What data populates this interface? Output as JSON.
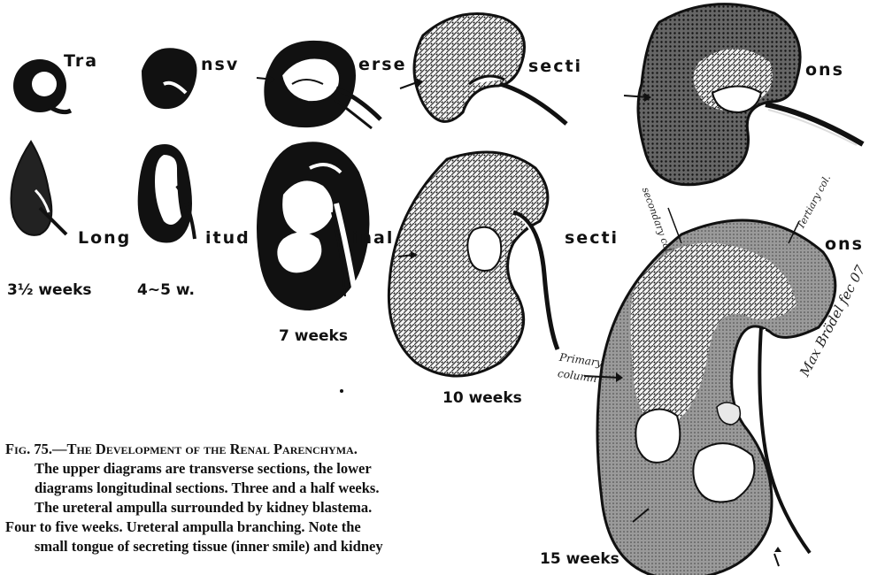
{
  "labels": {
    "transverse_parts": [
      "Tra",
      "nsv",
      "erse",
      "secti",
      "ons"
    ],
    "longitudinal_parts": [
      "Long",
      "itud",
      "inal",
      "secti",
      "ons"
    ],
    "weeks": [
      "3½ weeks",
      "4~5 w.",
      "7 weeks",
      "10 weeks",
      "15 weeks"
    ],
    "annotations": {
      "secondary": "secondary col.",
      "tertiary": "Tertiary col.",
      "primary_line1": "Primary",
      "primary_line2": "column",
      "signature": "Max Brödel fec 07"
    }
  },
  "caption": {
    "figure_label": "Fig. 75.",
    "title": "—The Development of the Renal Parenchyma.",
    "lines": [
      "The upper diagrams are transverse sections, the lower",
      "diagrams longitudinal sections.   Three and a half weeks.",
      "The ureteral ampulla surrounded by kidney blastema.",
      "Four to five weeks.   Ureteral ampulla branching.   Note the",
      "small tongue of secreting tissue (inner smile) and kidney"
    ]
  },
  "colors": {
    "ink": "#111111",
    "shading": "#555555",
    "pale": "#e8e8e8"
  }
}
